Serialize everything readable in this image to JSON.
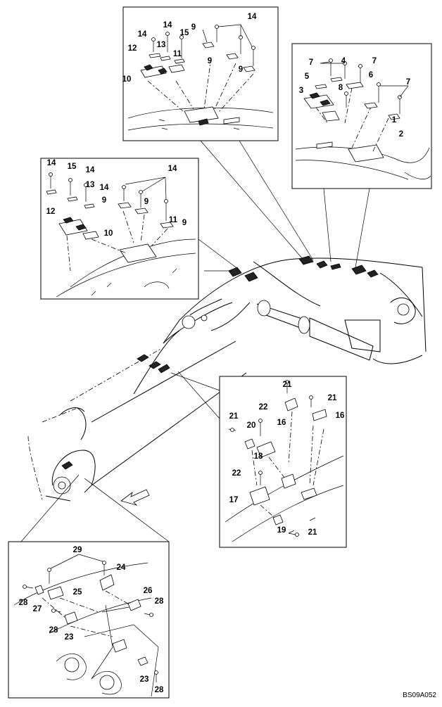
{
  "diagram": {
    "document_code": "BS09A052",
    "callouts": {
      "topA": [
        "14",
        "14",
        "15",
        "9",
        "14",
        "12",
        "13",
        "11",
        "9",
        "9",
        "10"
      ],
      "topB": [
        "7",
        "4",
        "7",
        "5",
        "6",
        "3",
        "8",
        "7",
        "1",
        "2"
      ],
      "midA": [
        "14",
        "15",
        "14",
        "13",
        "14",
        "14",
        "9",
        "9",
        "12",
        "11",
        "10",
        "9"
      ],
      "midB": [
        "21",
        "22",
        "21",
        "16",
        "20",
        "16",
        "21",
        "18",
        "22",
        "17",
        "19",
        "21"
      ],
      "bottom": [
        "29",
        "24",
        "25",
        "26",
        "28",
        "27",
        "28",
        "28",
        "23",
        "23",
        "28"
      ]
    }
  }
}
